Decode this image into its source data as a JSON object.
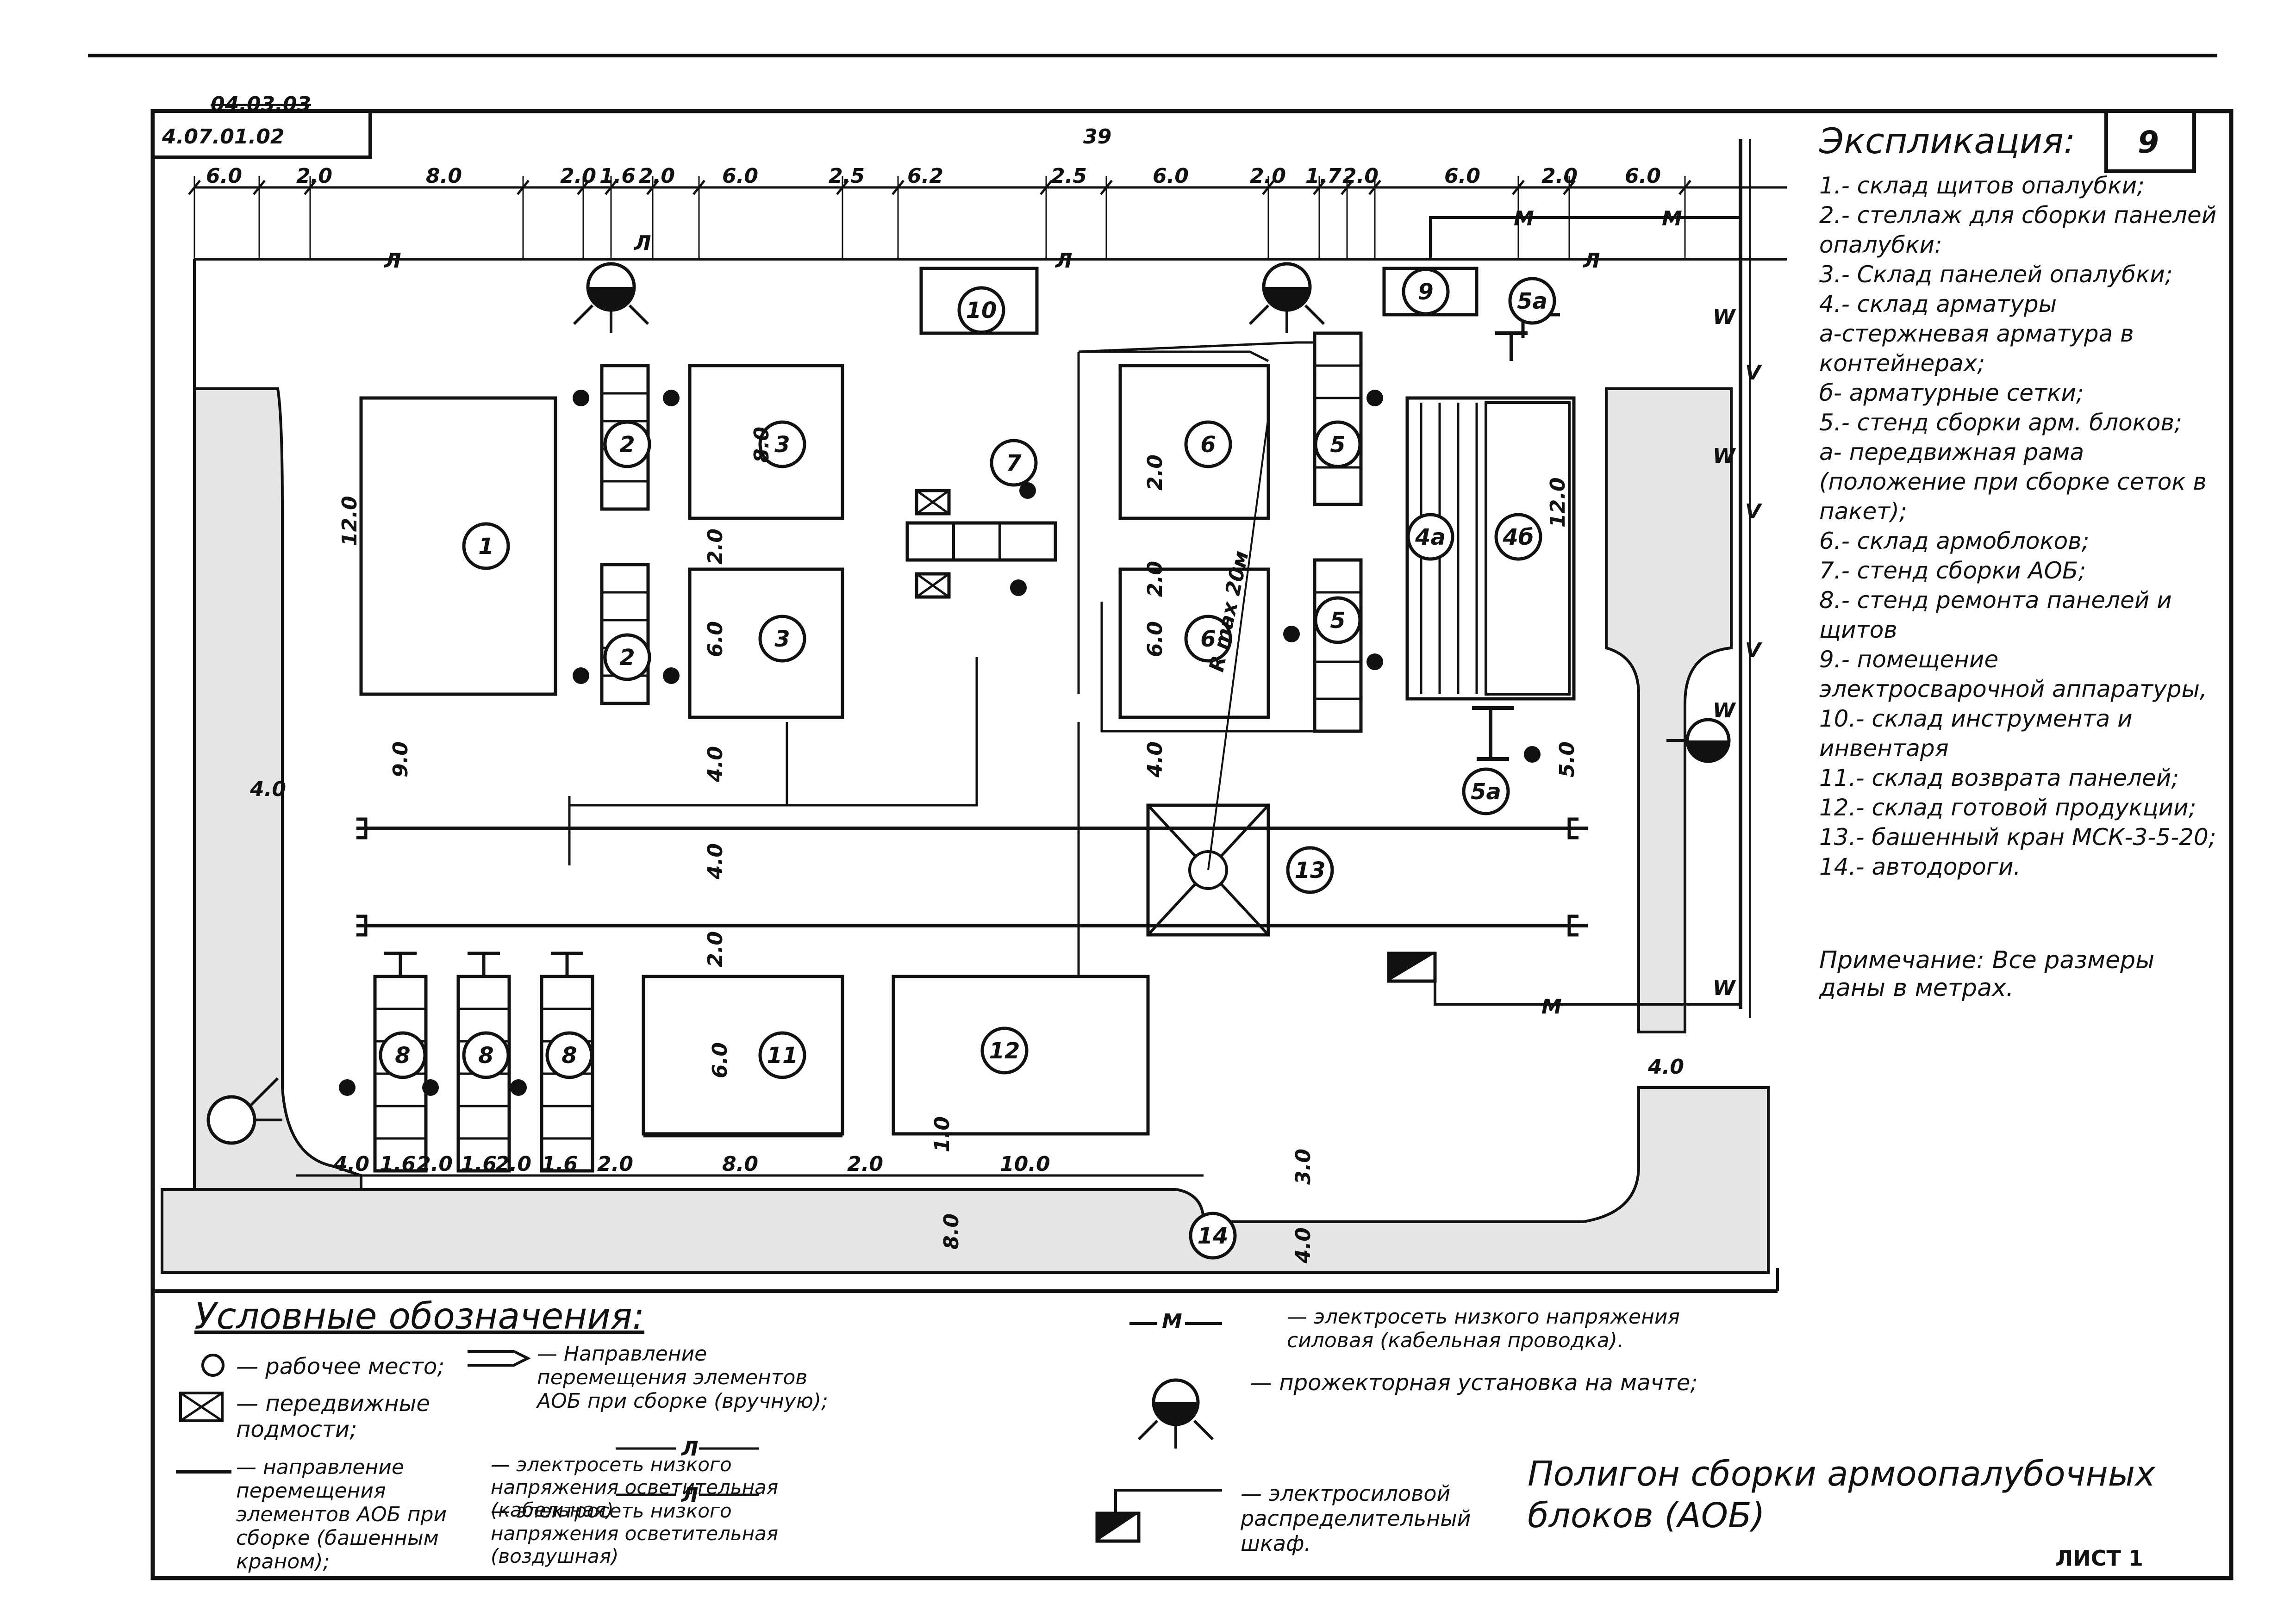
{
  "header": {
    "doc_code_struck": "04.03.03",
    "doc_code": "4.07.01.02",
    "page_number": "39",
    "sheet_number": "9",
    "sheet_label": "ЛИСТ 1"
  },
  "dimensions": {
    "top": [
      "6.0",
      "2.0",
      "8.0",
      "2.0",
      "1.6",
      "2.0",
      "6.0",
      "2.5",
      "6.2",
      "2.5",
      "6.0",
      "2.0",
      "1.7",
      "2.0",
      "6.0",
      "2.0",
      "6.0"
    ],
    "bottom": [
      "4.0",
      "1.6",
      "2.0",
      "1.6",
      "2.0",
      "1.6",
      "2.0",
      "8.0",
      "2.0",
      "10.0"
    ],
    "inner": [
      "8.0",
      "12.0",
      "2.0",
      "6.0",
      "2.0",
      "6.0",
      "9.0",
      "4.0",
      "4.0",
      "2.0",
      "6.0",
      "4.0",
      "2.0",
      "12.0",
      "5.0",
      "4.0",
      "4.0",
      "3.0",
      "4.0",
      "8.0",
      "1.0"
    ],
    "crane_radius": "R max 20м"
  },
  "legend": {
    "title": "Условные обозначения:",
    "items": [
      {
        "symbol": "work-place",
        "text": "— рабочее место;"
      },
      {
        "symbol": "mobile-stand",
        "text": "— передвижные подмости;"
      },
      {
        "symbol": "crane-move",
        "text": "— направление перемещения элементов АОБ при сборке (башенным краном);"
      },
      {
        "symbol": "manual-move",
        "text": "— Направление перемещения элементов АОБ при сборке (вручную);"
      },
      {
        "symbol": "lighting-cable",
        "text": "— электросеть низкого напряжения осветительная (кабельная)"
      },
      {
        "symbol": "lighting-air",
        "text": "— электросеть низкого напряжения осветительная (воздушная)"
      },
      {
        "symbol": "power-cable",
        "text": "— электросеть низкого напряжения силовая (кабельная проводка)."
      },
      {
        "symbol": "floodlight",
        "text": "— прожекторная установка на мачте;"
      },
      {
        "symbol": "cabinet",
        "text": "— электросиловой распределительный шкаф."
      }
    ]
  },
  "explication": {
    "title": "Экспликация:",
    "items": [
      "1.- склад щитов опалубки;",
      "2.- стеллаж для сборки панелей опалубки:",
      "3.- Склад панелей опалубки;",
      "4.- склад арматуры",
      "а-стержневая арматура в контейнерах;",
      "б- арматурные сетки;",
      "5.- стенд сборки арм. блоков;",
      "а- передвижная рама (положение при сборке сеток в пакет);",
      "6.- склад армоблоков;",
      "7.- стенд сборки АОБ;",
      "8.- стенд ремонта панелей и щитов",
      "9.- помещение электросварочной аппаратуры,",
      "10.- склад инструмента и инвентаря",
      "11.- склад возврата панелей;",
      "12.- склад готовой продукции;",
      "13.- башенный кран МСК-3-5-20;",
      "14.- автодороги."
    ],
    "note": "Примечание: Все размеры даны в метрах."
  },
  "title_block": {
    "title": "Полигон сборки армоопалубочных блоков (АОБ)"
  },
  "zones": [
    "1",
    "2",
    "2",
    "3",
    "3",
    "4а",
    "4б",
    "5",
    "5",
    "5а",
    "5а",
    "6",
    "6",
    "7",
    "8",
    "8",
    "8",
    "9",
    "10",
    "11",
    "12",
    "13",
    "14"
  ],
  "line_markers": {
    "lighting": "Л",
    "power": "М",
    "water": "W",
    "valve": "V"
  }
}
